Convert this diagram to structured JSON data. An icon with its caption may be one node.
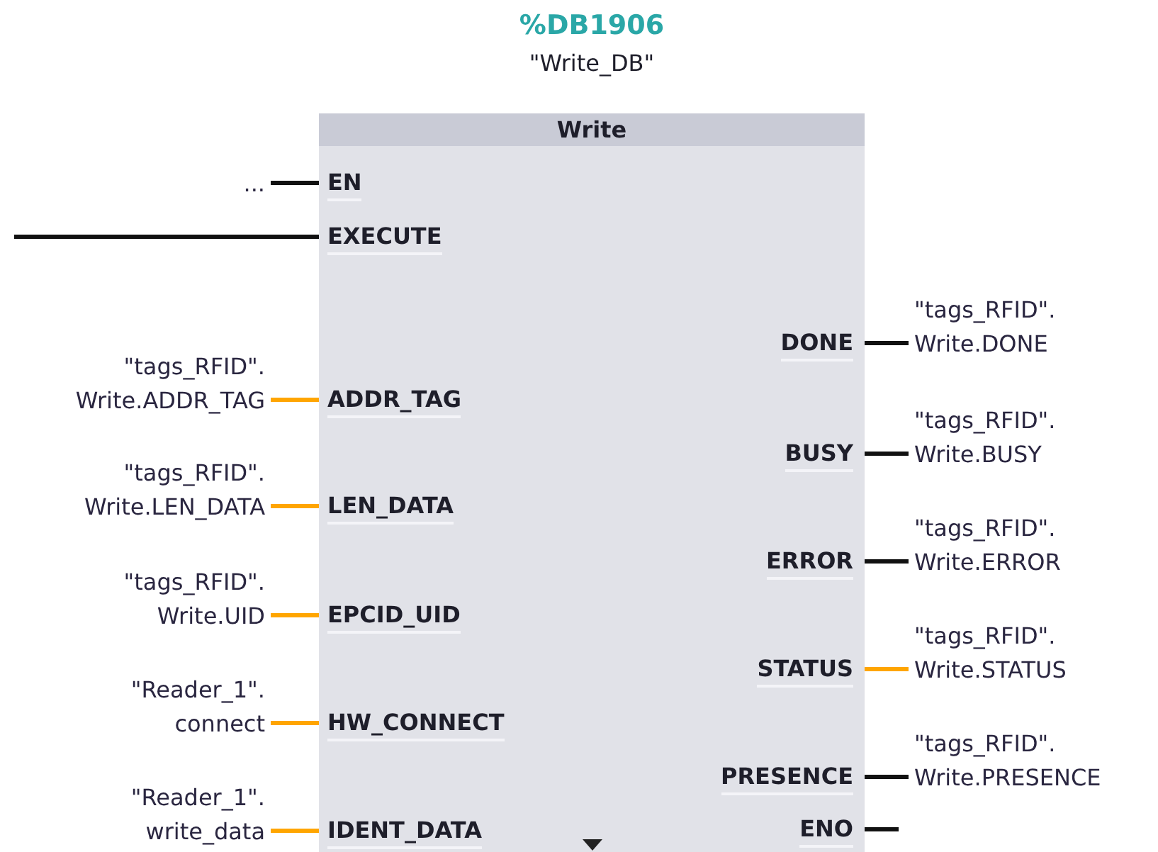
{
  "diagram": {
    "nodes": [
      {
        "text": [
          "Write"
        ],
        "beside": [
          "%DB1906",
          "\"Write_DB\""
        ]
      },
      {
        "text": [
          "EN"
        ],
        "in": 0
      },
      {
        "text": [
          "EXECUTE"
        ],
        "in": 0
      },
      {
        "text": [
          "ADDR_TAG"
        ],
        "in": 0
      },
      {
        "text": [
          "LEN_DATA"
        ],
        "in": 0
      },
      {
        "text": [
          "EPCID_UID"
        ],
        "in": 0
      },
      {
        "text": [
          "HW_CONNECT"
        ],
        "in": 0
      },
      {
        "text": [
          "IDENT_DATA"
        ],
        "in": 0
      },
      {
        "text": [
          "DONE"
        ],
        "in": 0
      },
      {
        "text": [
          "BUSY"
        ],
        "in": 0
      },
      {
        "text": [
          "ERROR"
        ],
        "in": 0
      },
      {
        "text": [
          "STATUS"
        ],
        "in": 0
      },
      {
        "text": [
          "PRESENCE"
        ],
        "in": 0
      },
      {
        "text": [
          "ENO"
        ],
        "in": 0
      },
      {
        "text": [
          "..."
        ]
      },
      {
        "text": [
          "\"tags_RFID\". Write.ADDR_TAG"
        ]
      },
      {
        "text": [
          "\"tags_RFID\". Write.LEN_DATA"
        ]
      },
      {
        "text": [
          "\"tags_RFID\". Write.UID"
        ]
      },
      {
        "text": [
          "\"Reader_1\". connect"
        ]
      },
      {
        "text": [
          "\"Reader_1\". write_data"
        ]
      },
      {
        "text": [
          "\"tags_RFID\". Write.DONE"
        ]
      },
      {
        "text": [
          "\"tags_RFID\". Write.BUSY"
        ]
      },
      {
        "text": [
          "\"tags_RFID\". Write.ERROR"
        ]
      },
      {
        "text": [
          "\"tags_RFID\". Write.STATUS"
        ]
      },
      {
        "text": [
          "\"tags_RFID\". Write.PRESENCE"
        ]
      }
    ],
    "edges": [
      {
        "from": 14,
        "to": 1,
        "arrow": "none"
      },
      {
        "from": null,
        "to": 2,
        "arrow": "none"
      },
      {
        "from": 15,
        "to": 3,
        "arrow": "none",
        "color": "#ffa500"
      },
      {
        "from": 16,
        "to": 4,
        "arrow": "none",
        "color": "#ffa500"
      },
      {
        "from": 17,
        "to": 5,
        "arrow": "none",
        "color": "#ffa500"
      },
      {
        "from": 18,
        "to": 6,
        "arrow": "none",
        "color": "#ffa500"
      },
      {
        "from": 19,
        "to": 7,
        "arrow": "none",
        "color": "#ffa500"
      },
      {
        "from": 8,
        "to": 20,
        "arrow": "none"
      },
      {
        "from": 9,
        "to": 21,
        "arrow": "none"
      },
      {
        "from": 10,
        "to": 22,
        "arrow": "none"
      },
      {
        "from": 11,
        "to": 23,
        "arrow": "none",
        "color": "#ffa500"
      },
      {
        "from": 12,
        "to": 24,
        "arrow": "none"
      },
      {
        "from": 13,
        "to": null,
        "arrow": "none"
      }
    ]
  }
}
